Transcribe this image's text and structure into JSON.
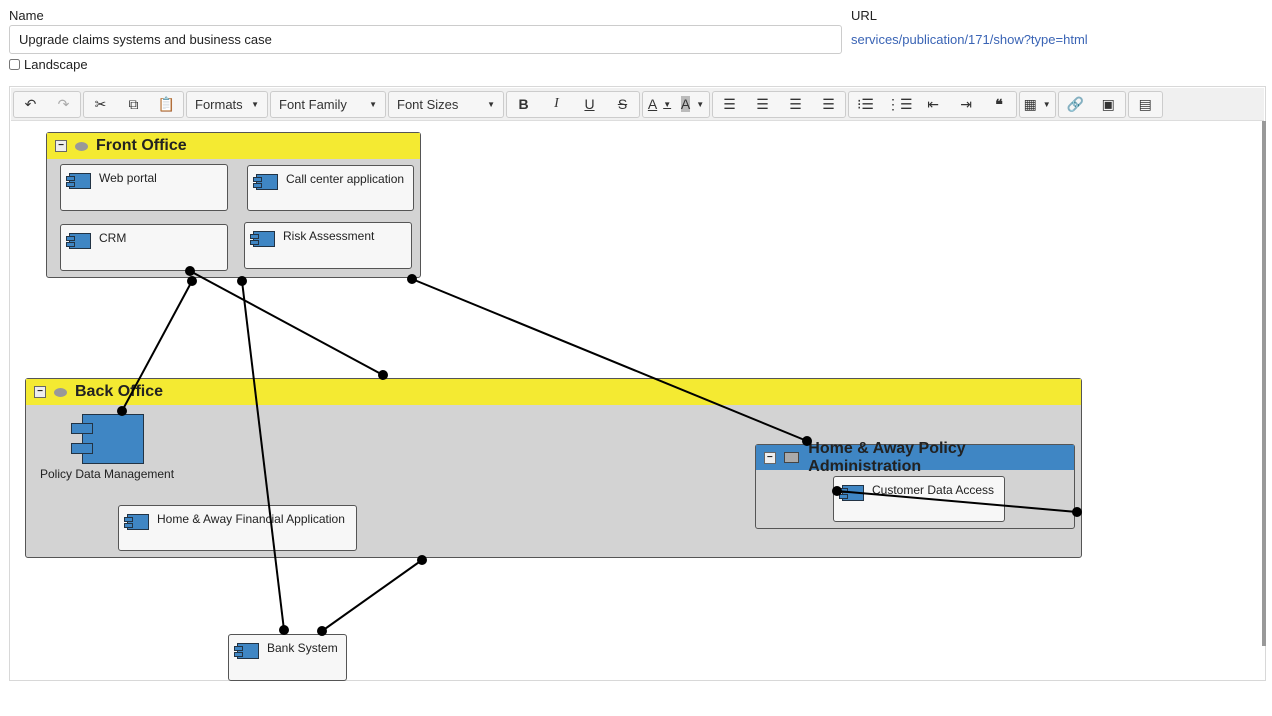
{
  "form": {
    "name_label": "Name",
    "name_value": "Upgrade claims systems and business case",
    "url_label": "URL",
    "url_value": "services/publication/171/show?type=html",
    "landscape_label": "Landscape"
  },
  "toolbar": {
    "formats": "Formats",
    "font_family": "Font Family",
    "font_sizes": "Font Sizes"
  },
  "diagram": {
    "front_office": {
      "title": "Front Office",
      "items": [
        "Web portal",
        "Call center application",
        "CRM",
        "Risk Assessment"
      ]
    },
    "back_office": {
      "title": "Back Office",
      "policy_data": "Policy Data Management",
      "financial": "Home & Away Financial Application"
    },
    "hapa": {
      "title": "Home & Away Policy Administration",
      "item": "Customer Data Access"
    },
    "bank": "Bank System"
  },
  "colors": {
    "header_yellow": "#f4ea32",
    "component_blue": "#3f86c4"
  }
}
